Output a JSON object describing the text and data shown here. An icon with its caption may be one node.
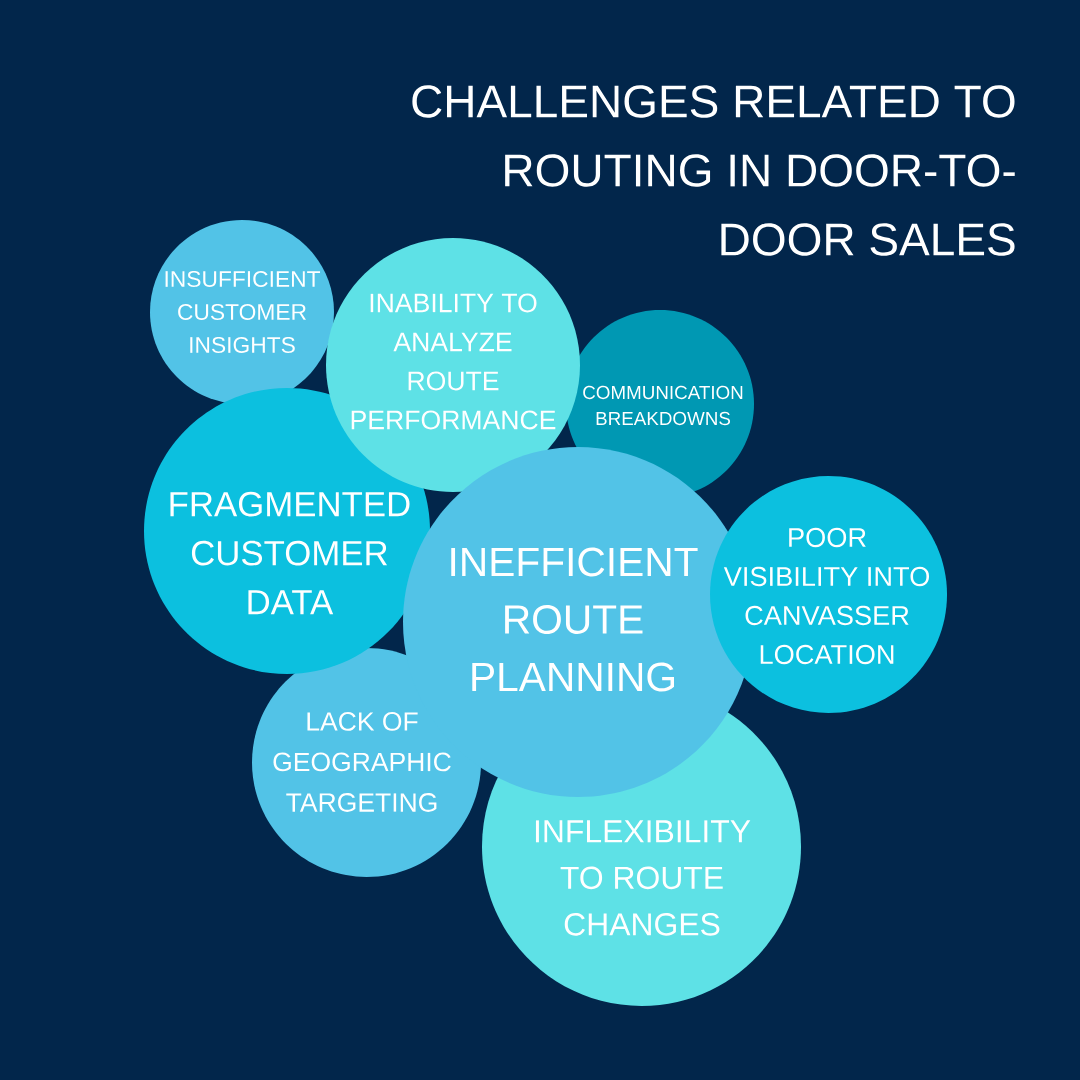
{
  "diagram": {
    "title": "CHALLENGES RELATED TO ROUTING IN DOOR-TO-DOOR SALES",
    "nodes": [
      {
        "text": [
          "INSUFFICIENT CUSTOMER INSIGHTS"
        ]
      },
      {
        "text": [
          "INABILITY TO ANALYZE ROUTE PERFORMANCE"
        ]
      },
      {
        "text": [
          "COMMUNICATION BREAKDOWNS"
        ]
      },
      {
        "text": [
          "FRAGMENTED CUSTOMER DATA"
        ]
      },
      {
        "text": [
          "INEFFICIENT ROUTE PLANNING"
        ]
      },
      {
        "text": [
          "POOR VISIBILITY INTO CANVASSER LOCATION"
        ]
      },
      {
        "text": [
          "LACK OF GEOGRAPHIC TARGETING"
        ]
      },
      {
        "text": [
          "INFLEXIBILITY TO ROUTE CHANGES"
        ]
      }
    ]
  }
}
